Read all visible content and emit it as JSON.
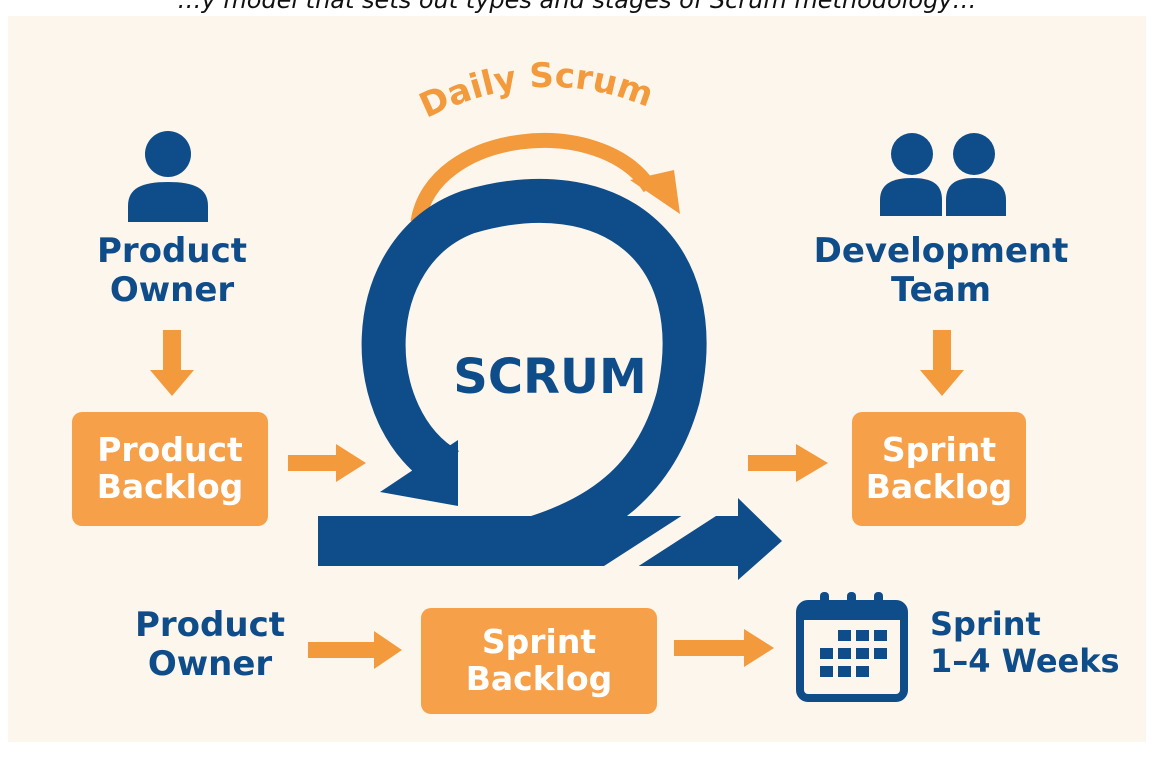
{
  "caption": "…y model that sets out types and stages of Scrum methodology…",
  "colors": {
    "background": "#fdf6ec",
    "blue": "#0e4c8a",
    "orange": "#f6a04a",
    "arrow_orange": "#f39a3d"
  },
  "left": {
    "role_icon": "person-icon",
    "role_line1": "Product",
    "role_line2": "Owner",
    "box_line1": "Product",
    "box_line2": "Backlog"
  },
  "right": {
    "role_icon": "team-icon",
    "role_line1": "Development",
    "role_line2": "Team",
    "box_line1": "Sprint",
    "box_line2": "Backlog"
  },
  "center": {
    "cycle_label": "Daily Scrum",
    "title": "SCRUM"
  },
  "bottom": {
    "owner_line1": "Product",
    "owner_line2": "Owner",
    "box_line1": "Sprint",
    "box_line2": "Backlog",
    "calendar_icon": "calendar-icon",
    "sprint_line1": "Sprint",
    "sprint_line2": "1–4 Weeks"
  }
}
